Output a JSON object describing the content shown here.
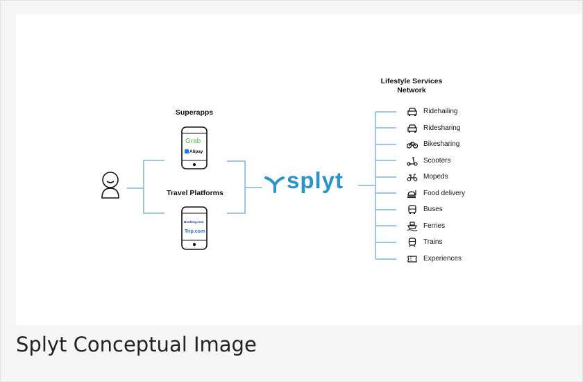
{
  "diagram": {
    "network_title_line1": "Lifestyle Services",
    "network_title_line2": "Network",
    "superapps_label": "Superapps",
    "travel_label": "Travel Platforms",
    "superapp_phone": {
      "app1": "Grab",
      "app2": "Alipay"
    },
    "travel_phone": {
      "app1": "Booking.com",
      "app2": "Trip.com"
    },
    "brand": "splyt",
    "services": [
      {
        "label": "Ridehailing",
        "icon": "car-icon"
      },
      {
        "label": "Ridesharing",
        "icon": "car-icon"
      },
      {
        "label": "Bikesharing",
        "icon": "bicycle-icon"
      },
      {
        "label": "Scooters",
        "icon": "scooter-icon"
      },
      {
        "label": "Mopeds",
        "icon": "moped-icon"
      },
      {
        "label": "Food delivery",
        "icon": "food-delivery-icon"
      },
      {
        "label": "Buses",
        "icon": "bus-icon"
      },
      {
        "label": "Ferries",
        "icon": "ferry-icon"
      },
      {
        "label": "Trains",
        "icon": "train-icon"
      },
      {
        "label": "Experiences",
        "icon": "ticket-icon"
      }
    ],
    "colors": {
      "connector": "#7fb6d6",
      "brand": "#2a93c8",
      "grab": "#4fbf55",
      "alipay": "#1677ff"
    }
  },
  "caption": "Splyt Conceptual Image"
}
